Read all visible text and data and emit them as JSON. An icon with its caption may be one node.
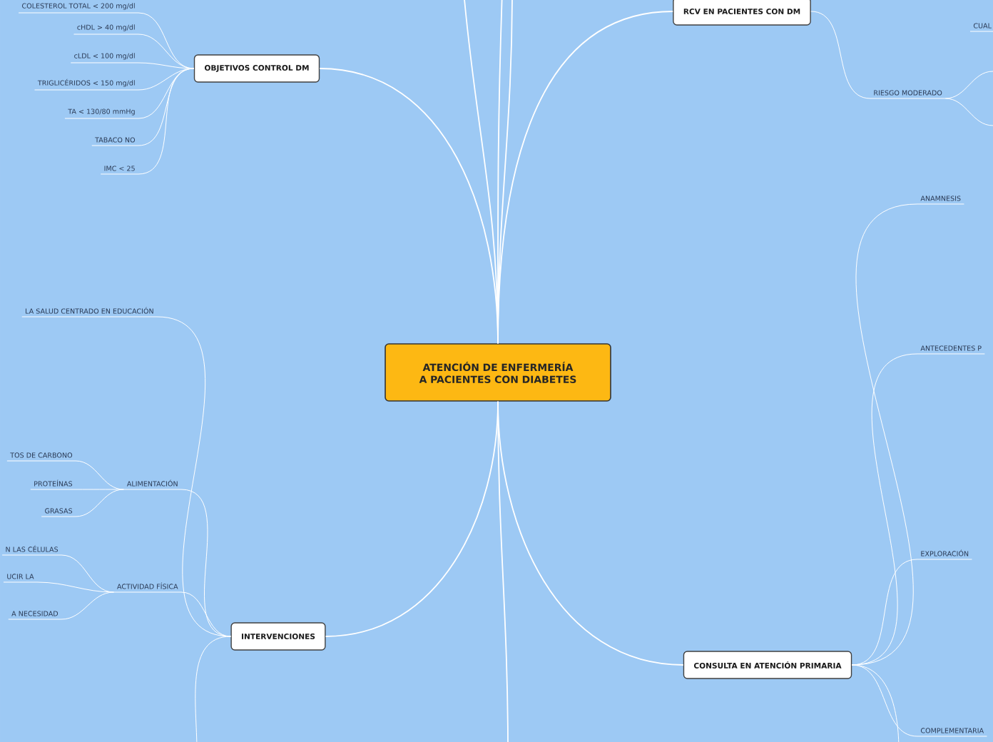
{
  "diagram": {
    "nodes": [
      {
        "text": [
          "ATENCIÓN DE ENFERMERÍA A PACIENTES CON DIABETES"
        ]
      },
      {
        "text": [
          "OBJETIVOS CONTROL DM"
        ]
      },
      {
        "text": [
          "COLESTEROL TOTAL < 200 mg/dl"
        ]
      },
      {
        "text": [
          "cHDL > 40 mg/dl"
        ]
      },
      {
        "text": [
          "cLDL < 100 mg/dl"
        ]
      },
      {
        "text": [
          "TRIGLICÉRIDOS < 150 mg/dl"
        ]
      },
      {
        "text": [
          "TA < 130/80 mmHg"
        ]
      },
      {
        "text": [
          "TABACO NO"
        ]
      },
      {
        "text": [
          "IMC < 25"
        ]
      },
      {
        "text": [
          "RCV EN PACIENTES CON DM"
        ]
      },
      {
        "text": [
          "RIESGO MODERADO"
        ]
      },
      {
        "text": [
          "INTERVENCIONES"
        ]
      },
      {
        "text": [
          "LA SALUD CENTRADO EN EDUCACIÓN"
        ]
      },
      {
        "text": [
          "ALIMENTACIÓN"
        ]
      },
      {
        "text": [
          "TOS DE CARBONO"
        ]
      },
      {
        "text": [
          "PROTEÍNAS"
        ]
      },
      {
        "text": [
          "GRASAS"
        ]
      },
      {
        "text": [
          "ACTIVIDAD FÍSICA"
        ]
      },
      {
        "text": [
          "N LAS CÉLULAS"
        ]
      },
      {
        "text": [
          "UCIR LA"
        ]
      },
      {
        "text": [
          "A NECESIDAD"
        ]
      },
      {
        "text": [
          "CONSULTA EN ATENCIÓN PRIMARIA"
        ]
      },
      {
        "text": [
          "ANAMNESIS"
        ]
      },
      {
        "text": [
          "ANTECEDENTES P"
        ]
      },
      {
        "text": [
          "EXPLORACIÓN"
        ]
      },
      {
        "text": [
          "COMPLEMENTARIA"
        ]
      }
    ],
    "edges": [
      {
        "from": 0,
        "to": 1,
        "arrow": "none"
      },
      {
        "from": 0,
        "to": 9,
        "arrow": "none"
      },
      {
        "from": 0,
        "to": 11,
        "arrow": "none"
      },
      {
        "from": 0,
        "to": 21,
        "arrow": "none"
      },
      {
        "from": 1,
        "to": 2,
        "arrow": "none"
      },
      {
        "from": 1,
        "to": 3,
        "arrow": "none"
      },
      {
        "from": 1,
        "to": 4,
        "arrow": "none"
      },
      {
        "from": 1,
        "to": 5,
        "arrow": "none"
      },
      {
        "from": 1,
        "to": 6,
        "arrow": "none"
      },
      {
        "from": 1,
        "to": 7,
        "arrow": "none"
      },
      {
        "from": 1,
        "to": 8,
        "arrow": "none"
      },
      {
        "from": 9,
        "to": 10,
        "arrow": "none"
      },
      {
        "from": 11,
        "to": 12,
        "arrow": "none"
      },
      {
        "from": 11,
        "to": 13,
        "arrow": "none"
      },
      {
        "from": 13,
        "to": 14,
        "arrow": "none"
      },
      {
        "from": 13,
        "to": 15,
        "arrow": "none"
      },
      {
        "from": 13,
        "to": 16,
        "arrow": "none"
      },
      {
        "from": 11,
        "to": 17,
        "arrow": "none"
      },
      {
        "from": 17,
        "to": 18,
        "arrow": "none"
      },
      {
        "from": 17,
        "to": 19,
        "arrow": "none"
      },
      {
        "from": 17,
        "to": 20,
        "arrow": "none"
      },
      {
        "from": 21,
        "to": 22,
        "arrow": "none"
      },
      {
        "from": 21,
        "to": 23,
        "arrow": "none"
      },
      {
        "from": 21,
        "to": 24,
        "arrow": "none"
      },
      {
        "from": 21,
        "to": 25,
        "arrow": "none"
      },
      {
        "from": 0,
        "to": null,
        "arrow": "none"
      },
      {
        "from": 0,
        "to": null,
        "arrow": "none"
      },
      {
        "from": 0,
        "to": null,
        "arrow": "none"
      },
      {
        "from": 0,
        "to": null,
        "arrow": "none"
      },
      {
        "from": 11,
        "to": null,
        "arrow": "none"
      },
      {
        "from": 21,
        "to": null,
        "arrow": "none"
      },
      {
        "from": 10,
        "to": null,
        "arrow": "none"
      },
      {
        "from": 10,
        "to": null,
        "arrow": "none"
      }
    ],
    "labels": [
      "CUAL"
    ]
  }
}
